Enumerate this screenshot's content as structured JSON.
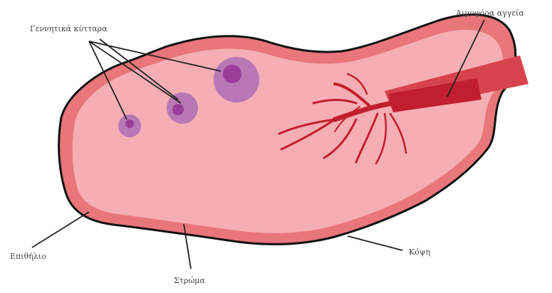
{
  "labels": {
    "germ_cells": "Γεννητικά κύτταρα",
    "blood_vessel": "Αιμοφόρα αγγεία",
    "epithelium": "Επιθήλιο",
    "stroma": "Στρώμα",
    "cortex": "Κόψη"
  },
  "colors": {
    "outline": "#111111",
    "outer_rim": "#e8767a",
    "inner_body": "#f5aeb4",
    "vessel": "#c21f2e",
    "vessel_tube": "#d7434c",
    "follicle_outer": "#b877b5",
    "follicle_inner": "#9a3e98",
    "leader_line": "#222222",
    "label_text": "#444444"
  }
}
